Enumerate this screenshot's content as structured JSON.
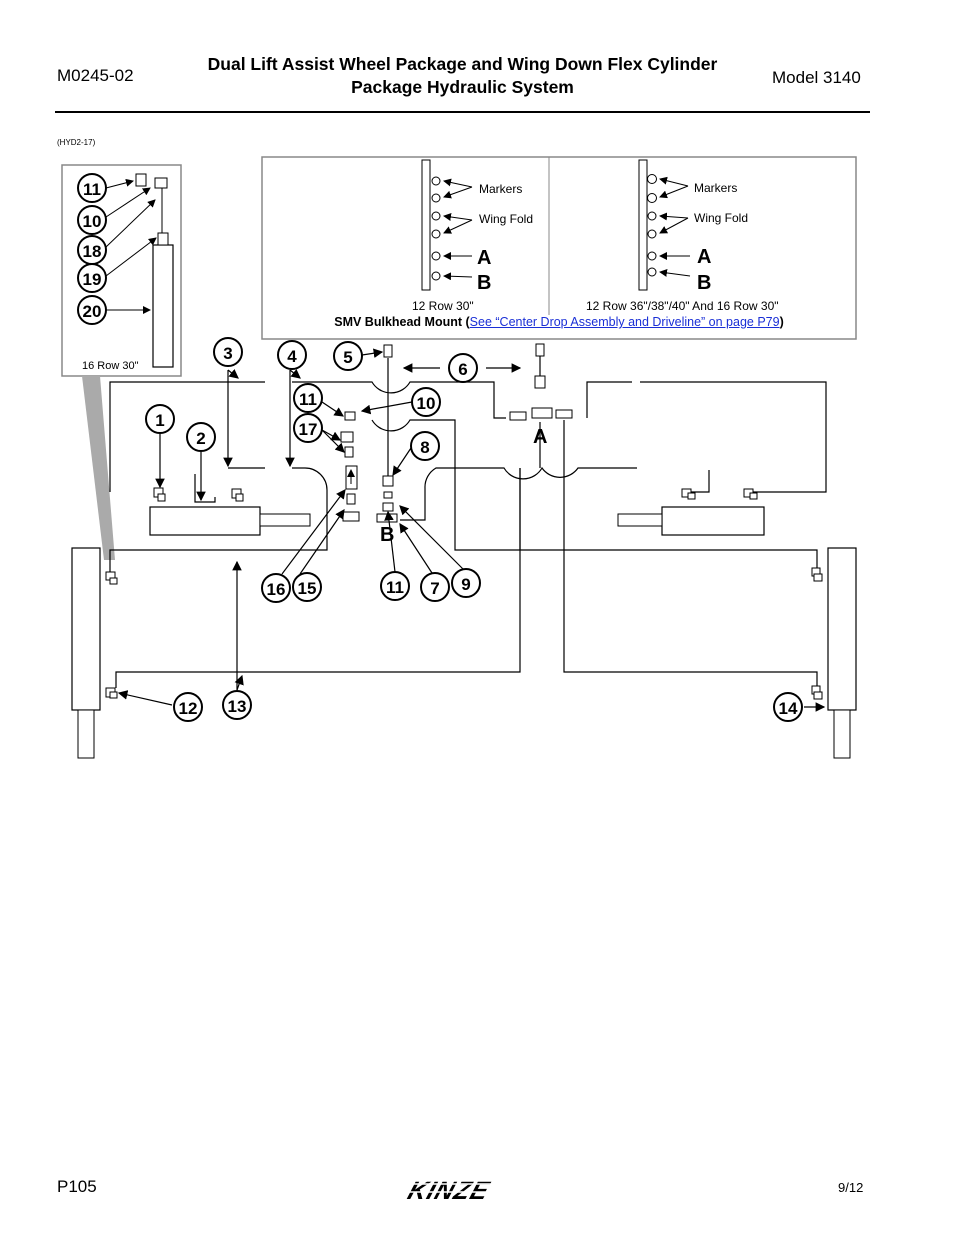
{
  "header": {
    "doc_number": "M0245-02",
    "title_line1": "Dual Lift Assist Wheel Package and Wing Down Flex Cylinder",
    "title_line2": "Package Hydraulic System",
    "model": "Model 3140"
  },
  "figure_ref": "(HYD2-17)",
  "inset_left": {
    "callouts": [
      "11",
      "10",
      "18",
      "19",
      "20"
    ],
    "caption": "16 Row 30\""
  },
  "inset_top": {
    "left_panel": {
      "labels": [
        "Markers",
        "Wing Fold",
        "A",
        "B"
      ],
      "caption": "12 Row 30\""
    },
    "right_panel": {
      "labels": [
        "Markers",
        "Wing Fold",
        "A",
        "B"
      ],
      "caption": "12 Row 36\"/38\"/40\" And 16 Row 30\""
    },
    "mount_label": "SMV Bulkhead Mount (",
    "mount_link": "See “Center Drop Assembly and Driveline” on page P79",
    "mount_close": ")"
  },
  "main_callouts": [
    "1",
    "2",
    "3",
    "4",
    "5",
    "6",
    "11",
    "10",
    "17",
    "8",
    "16",
    "15",
    "11",
    "7",
    "9",
    "12",
    "13",
    "14"
  ],
  "port_labels": {
    "a": "A",
    "b": "B"
  },
  "footer": {
    "page": "P105",
    "date": "9/12",
    "logo": "KINZE"
  }
}
